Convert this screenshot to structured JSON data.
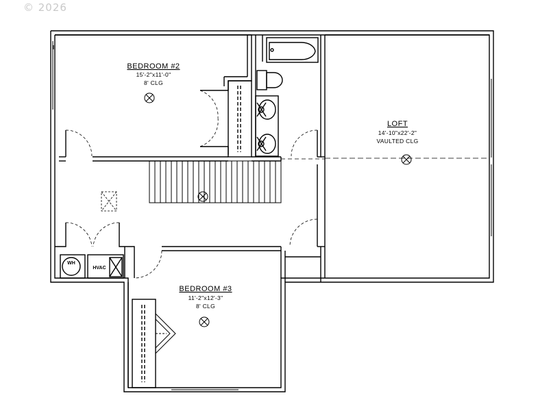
{
  "watermark": "© 2026",
  "rooms": {
    "bedroom2": {
      "name": "BEDROOM #2",
      "dims": "15'-2\"x11'-0\"",
      "ceiling": "8' CLG"
    },
    "loft": {
      "name": "LOFT",
      "dims": "14'-10\"x22'-2\"",
      "ceiling": "VAULTED CLG"
    },
    "bedroom3": {
      "name": "BEDROOM #3",
      "dims": "11'-2\"x12'-3\"",
      "ceiling": "8' CLG"
    }
  },
  "fixtures": {
    "water_heater": "WH",
    "hvac": "HVAC"
  },
  "colors": {
    "line": "#000000",
    "watermark": "#c9c9c9",
    "background": "#ffffff"
  }
}
